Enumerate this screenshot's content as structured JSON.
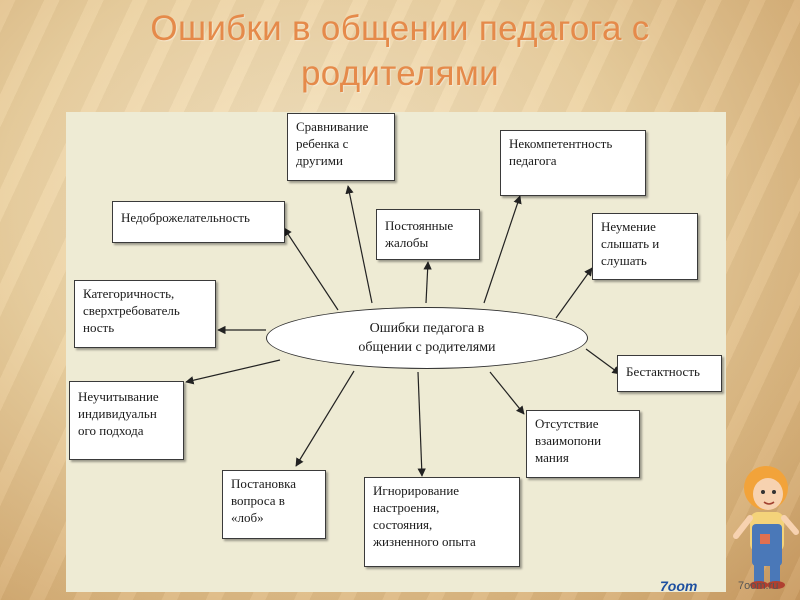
{
  "title": {
    "line1": "Ошибки в общении педагога с",
    "line2": "родителями"
  },
  "center": "Ошибки педагога в\nобщении с родителями",
  "nodes": {
    "comparison": "Сравнивание\nребенка с\nдругими",
    "incompetence": "Некомпетентность\nпедагога",
    "unfriendliness": "Недоброжелательность",
    "complaints": "Постоянные\nжалобы",
    "listening": "Неумение\nслышать и\nслушать",
    "categorical": "Категоричность,\nсверхтребователь\nность",
    "tactlessness": "Бестактность",
    "individual": "Неучитывание\nиндивидуальн\nого подхода",
    "understanding": "Отсутствие\nвзаимопони\nмания",
    "question": "Постановка\nвопроса в\n«лоб»",
    "ignoring": "Игнорирование\nнастроения,\nсостояния,\nжизненного опыта"
  },
  "logo": {
    "main": "7oom",
    "sub": "7oom.ru"
  },
  "colors": {
    "title": "#e58a4a",
    "panel": "#eeebd4"
  }
}
